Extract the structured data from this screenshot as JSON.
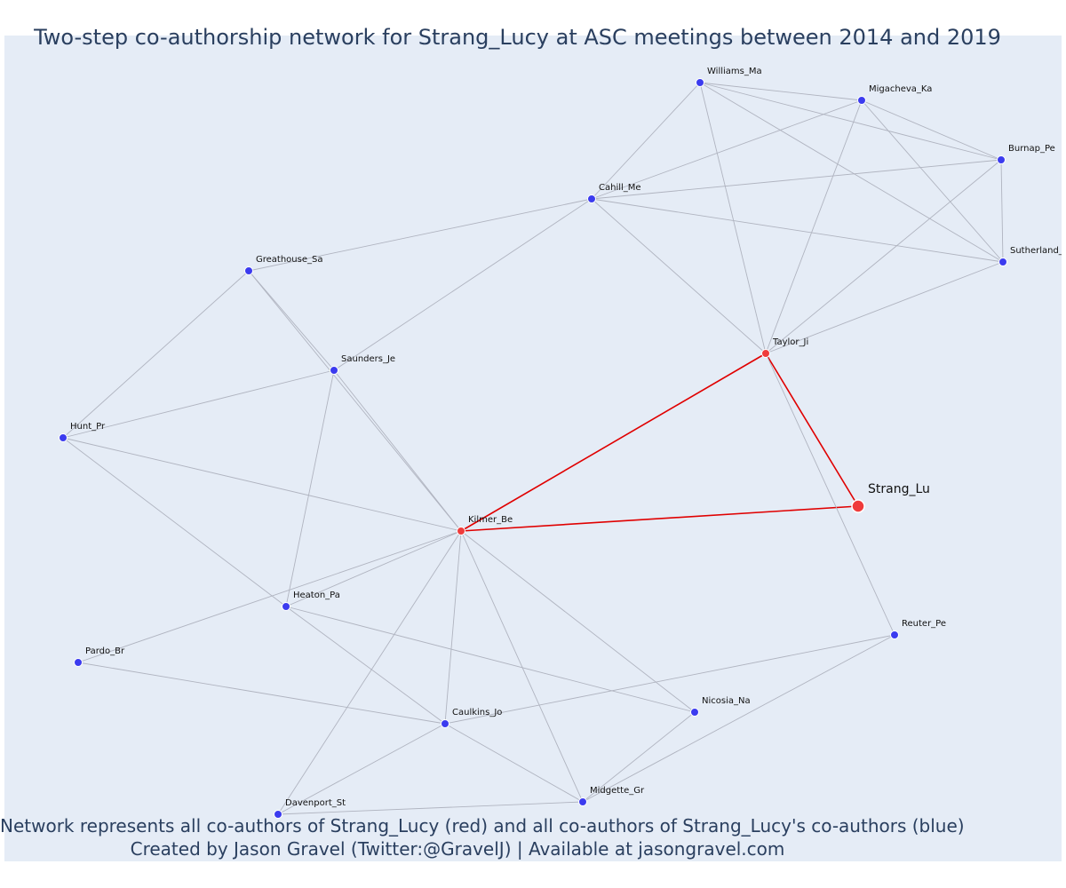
{
  "title": "Two-step co-authorship network for Strang_Lucy at ASC meetings between 2014 and 2019",
  "footer": {
    "line1": "Network represents all co-authors of Strang_Lucy (red) and all co-authors of Strang_Lucy's co-authors (blue)",
    "line2": "Created by Jason Gravel (Twitter:@GravelJ) | Available at jasongravel.com"
  },
  "colors": {
    "background": "#e5ecf6",
    "direct_coauthor": "#ef3b3b",
    "second_step": "#3b3bef",
    "direct_edge": "#e00000",
    "other_edge": "#b0b4c0",
    "title": "#2a3f5f"
  },
  "nodes": [
    {
      "id": "Strang_Lu",
      "label": "Strang_Lu",
      "group": "focal"
    },
    {
      "id": "Taylor_Ji",
      "label": "Taylor_Ji",
      "group": "direct"
    },
    {
      "id": "Kilmer_Be",
      "label": "Kilmer_Be",
      "group": "direct"
    },
    {
      "id": "Williams_Ma",
      "label": "Williams_Ma",
      "group": "second"
    },
    {
      "id": "Migacheva_Ka",
      "label": "Migacheva_Ka",
      "group": "second"
    },
    {
      "id": "Burnap_Pe",
      "label": "Burnap_Pe",
      "group": "second"
    },
    {
      "id": "Sutherland_A",
      "label": "Sutherland_A",
      "group": "second"
    },
    {
      "id": "Cahill_Me",
      "label": "Cahill_Me",
      "group": "second"
    },
    {
      "id": "Greathouse_Sa",
      "label": "Greathouse_Sa",
      "group": "second"
    },
    {
      "id": "Saunders_Je",
      "label": "Saunders_Je",
      "group": "second"
    },
    {
      "id": "Hunt_Pr",
      "label": "Hunt_Pr",
      "group": "second"
    },
    {
      "id": "Heaton_Pa",
      "label": "Heaton_Pa",
      "group": "second"
    },
    {
      "id": "Pardo_Br",
      "label": "Pardo_Br",
      "group": "second"
    },
    {
      "id": "Caulkins_Jo",
      "label": "Caulkins_Jo",
      "group": "second"
    },
    {
      "id": "Nicosia_Na",
      "label": "Nicosia_Na",
      "group": "second"
    },
    {
      "id": "Reuter_Pe",
      "label": "Reuter_Pe",
      "group": "second"
    },
    {
      "id": "Midgette_Gr",
      "label": "Midgette_Gr",
      "group": "second"
    },
    {
      "id": "Davenport_St",
      "label": "Davenport_St",
      "group": "second"
    }
  ],
  "edges": [
    [
      "Strang_Lu",
      "Taylor_Ji"
    ],
    [
      "Strang_Lu",
      "Kilmer_Be"
    ],
    [
      "Taylor_Ji",
      "Kilmer_Be"
    ],
    [
      "Williams_Ma",
      "Migacheva_Ka"
    ],
    [
      "Williams_Ma",
      "Burnap_Pe"
    ],
    [
      "Williams_Ma",
      "Sutherland_A"
    ],
    [
      "Williams_Ma",
      "Cahill_Me"
    ],
    [
      "Williams_Ma",
      "Taylor_Ji"
    ],
    [
      "Migacheva_Ka",
      "Burnap_Pe"
    ],
    [
      "Migacheva_Ka",
      "Sutherland_A"
    ],
    [
      "Migacheva_Ka",
      "Cahill_Me"
    ],
    [
      "Migacheva_Ka",
      "Taylor_Ji"
    ],
    [
      "Burnap_Pe",
      "Sutherland_A"
    ],
    [
      "Burnap_Pe",
      "Cahill_Me"
    ],
    [
      "Burnap_Pe",
      "Taylor_Ji"
    ],
    [
      "Sutherland_A",
      "Cahill_Me"
    ],
    [
      "Sutherland_A",
      "Taylor_Ji"
    ],
    [
      "Cahill_Me",
      "Taylor_Ji"
    ],
    [
      "Cahill_Me",
      "Greathouse_Sa"
    ],
    [
      "Cahill_Me",
      "Saunders_Je"
    ],
    [
      "Taylor_Ji",
      "Reuter_Pe"
    ],
    [
      "Greathouse_Sa",
      "Hunt_Pr"
    ],
    [
      "Greathouse_Sa",
      "Saunders_Je"
    ],
    [
      "Greathouse_Sa",
      "Kilmer_Be"
    ],
    [
      "Saunders_Je",
      "Hunt_Pr"
    ],
    [
      "Saunders_Je",
      "Kilmer_Be"
    ],
    [
      "Saunders_Je",
      "Heaton_Pa"
    ],
    [
      "Hunt_Pr",
      "Kilmer_Be"
    ],
    [
      "Hunt_Pr",
      "Heaton_Pa"
    ],
    [
      "Kilmer_Be",
      "Heaton_Pa"
    ],
    [
      "Kilmer_Be",
      "Pardo_Br"
    ],
    [
      "Kilmer_Be",
      "Caulkins_Jo"
    ],
    [
      "Kilmer_Be",
      "Nicosia_Na"
    ],
    [
      "Kilmer_Be",
      "Midgette_Gr"
    ],
    [
      "Kilmer_Be",
      "Davenport_St"
    ],
    [
      "Heaton_Pa",
      "Caulkins_Jo"
    ],
    [
      "Heaton_Pa",
      "Nicosia_Na"
    ],
    [
      "Pardo_Br",
      "Caulkins_Jo"
    ],
    [
      "Caulkins_Jo",
      "Midgette_Gr"
    ],
    [
      "Caulkins_Jo",
      "Davenport_St"
    ],
    [
      "Caulkins_Jo",
      "Reuter_Pe"
    ],
    [
      "Davenport_St",
      "Midgette_Gr"
    ],
    [
      "Nicosia_Na",
      "Midgette_Gr"
    ],
    [
      "Reuter_Pe",
      "Midgette_Gr"
    ]
  ]
}
